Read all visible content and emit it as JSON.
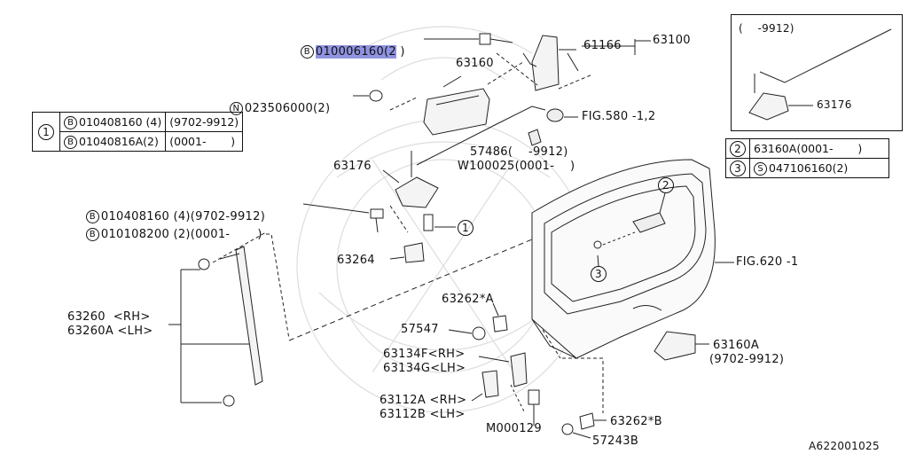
{
  "drawing_id": "A622001025",
  "callouts": {
    "bolt_top": {
      "prefix": "B",
      "code": "010006160",
      "suffix": "(2",
      "tail": ")"
    },
    "part_61166": "61166",
    "part_63100": "63100",
    "part_63160": "63160",
    "nut": {
      "prefix": "N",
      "text": "023506000(2)"
    },
    "fig580": "FIG.580 -1,2",
    "part_57486": "57486(    -9912)",
    "part_w100025": "W100025(0001-    )",
    "part_63176": "63176",
    "bolt_left_1": {
      "prefix": "B",
      "text": "010408160 (4)(9702-9912)"
    },
    "bolt_left_2": {
      "prefix": "B",
      "text": "010108200 (2)(0001-       )"
    },
    "ref_1": "1",
    "part_63264": "63264",
    "strut": {
      "rh": "63260  <RH>",
      "lh": "63260A <LH>"
    },
    "part_63262a": "63262*A",
    "part_57547": "57547",
    "part_63134": {
      "rh": "63134F<RH>",
      "lh": "63134G<LH>"
    },
    "part_63112": {
      "rh": "63112A <RH>",
      "lh": "63112B <LH>"
    },
    "part_m000129": "M000129",
    "part_63262b": "63262*B",
    "part_57243b": "57243B",
    "fig620": "FIG.620 -1",
    "part_63160a": {
      "code": "63160A",
      "range": "(9702-9912)"
    },
    "gate_ref_2": "2",
    "gate_ref_3": "3"
  },
  "table1": {
    "ref": "1",
    "rows": [
      {
        "prefix": "B",
        "part": "010408160 (4)",
        "range": "(9702-9912)"
      },
      {
        "prefix": "B",
        "part": "01040816A(2)",
        "range": "(0001-       )"
      }
    ]
  },
  "table2": {
    "rows": [
      {
        "ref": "2",
        "prefix": "",
        "part": "63160A(0001-       )"
      },
      {
        "ref": "3",
        "prefix": "S",
        "part": "047106160(2)"
      }
    ]
  },
  "inset": {
    "range": "(    -9912)",
    "part": "63176"
  }
}
